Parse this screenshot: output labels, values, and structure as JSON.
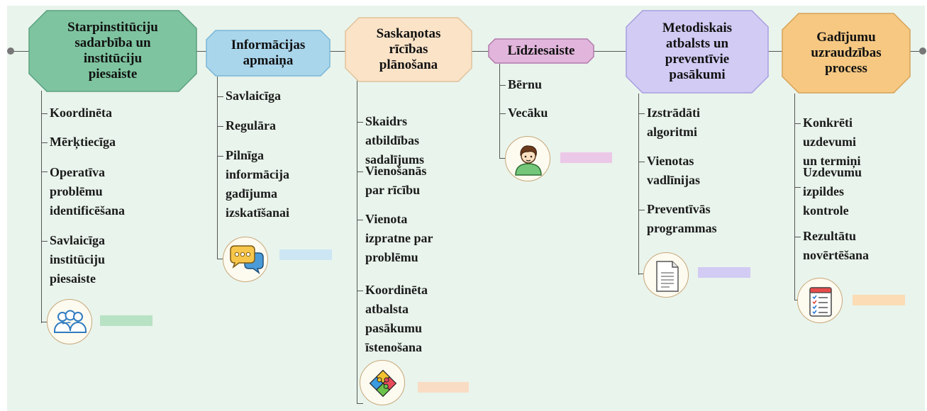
{
  "columns": [
    {
      "title_lines": [
        "Starpinstitūciju",
        "sadarbība un",
        "institūciju",
        "piesaiste"
      ],
      "items": [
        [
          "Koordinēta"
        ],
        [
          "Mērķtiecīga"
        ],
        [
          "Operatīva",
          "problēmu",
          "identificēšana"
        ],
        [
          "Savlaicīga",
          "institūciju",
          "piesaiste"
        ]
      ],
      "icon": "people-group-icon",
      "color": "#7ec4a0",
      "bar_color": "#b8e2c4"
    },
    {
      "title_lines": [
        "Informācijas",
        "apmaiņa"
      ],
      "items": [
        [
          "Savlaicīga"
        ],
        [
          "Regulāra"
        ],
        [
          "Pilnīga",
          "informācija",
          "gadījuma",
          "izskatīšanai"
        ]
      ],
      "icon": "speech-bubbles-icon",
      "color": "#aad6ec",
      "bar_color": "#cde6f4"
    },
    {
      "title_lines": [
        "Saskaņotas",
        "rīcības",
        "plānošana"
      ],
      "items": [
        [
          "Skaidrs",
          "atbildības",
          "sadalījums"
        ],
        [
          "Vienošanās",
          "par rīcību"
        ],
        [
          "Vienota",
          "izpratne par",
          "problēmu"
        ],
        [
          "Koordinēta",
          "atbalsta",
          "pasākumu",
          "īstenošana"
        ]
      ],
      "icon": "puzzle-icon",
      "color": "#fbe3c8",
      "bar_color": "#f9dcc4"
    },
    {
      "title_lines": [
        "Līdziesaiste"
      ],
      "items": [
        [
          "Bērnu"
        ],
        [
          "Vecāku"
        ]
      ],
      "icon": "person-avatar-icon",
      "color": "#e2b6dc",
      "bar_color": "#ecc8e8"
    },
    {
      "title_lines": [
        "Metodiskais",
        "atbalsts un",
        "preventīvie",
        "pasākumi"
      ],
      "items": [
        [
          "Izstrādāti",
          "algoritmi"
        ],
        [
          "Vienotas",
          "vadlīnijas"
        ],
        [
          "Preventīvās",
          "programmas"
        ]
      ],
      "icon": "document-icon",
      "color": "#d2cbf4",
      "bar_color": "#d2cbf4"
    },
    {
      "title_lines": [
        "Gadījumu",
        "uzraudzības",
        "process"
      ],
      "items": [
        [
          "Konkrēti",
          "uzdevumi",
          "un termiņi"
        ],
        [
          "Uzdevumu",
          "izpildes",
          "kontrole"
        ],
        [
          "Rezultātu",
          "novērtēšana"
        ]
      ],
      "icon": "checklist-icon",
      "color": "#f6c882",
      "bar_color": "#fbdcb4"
    }
  ]
}
